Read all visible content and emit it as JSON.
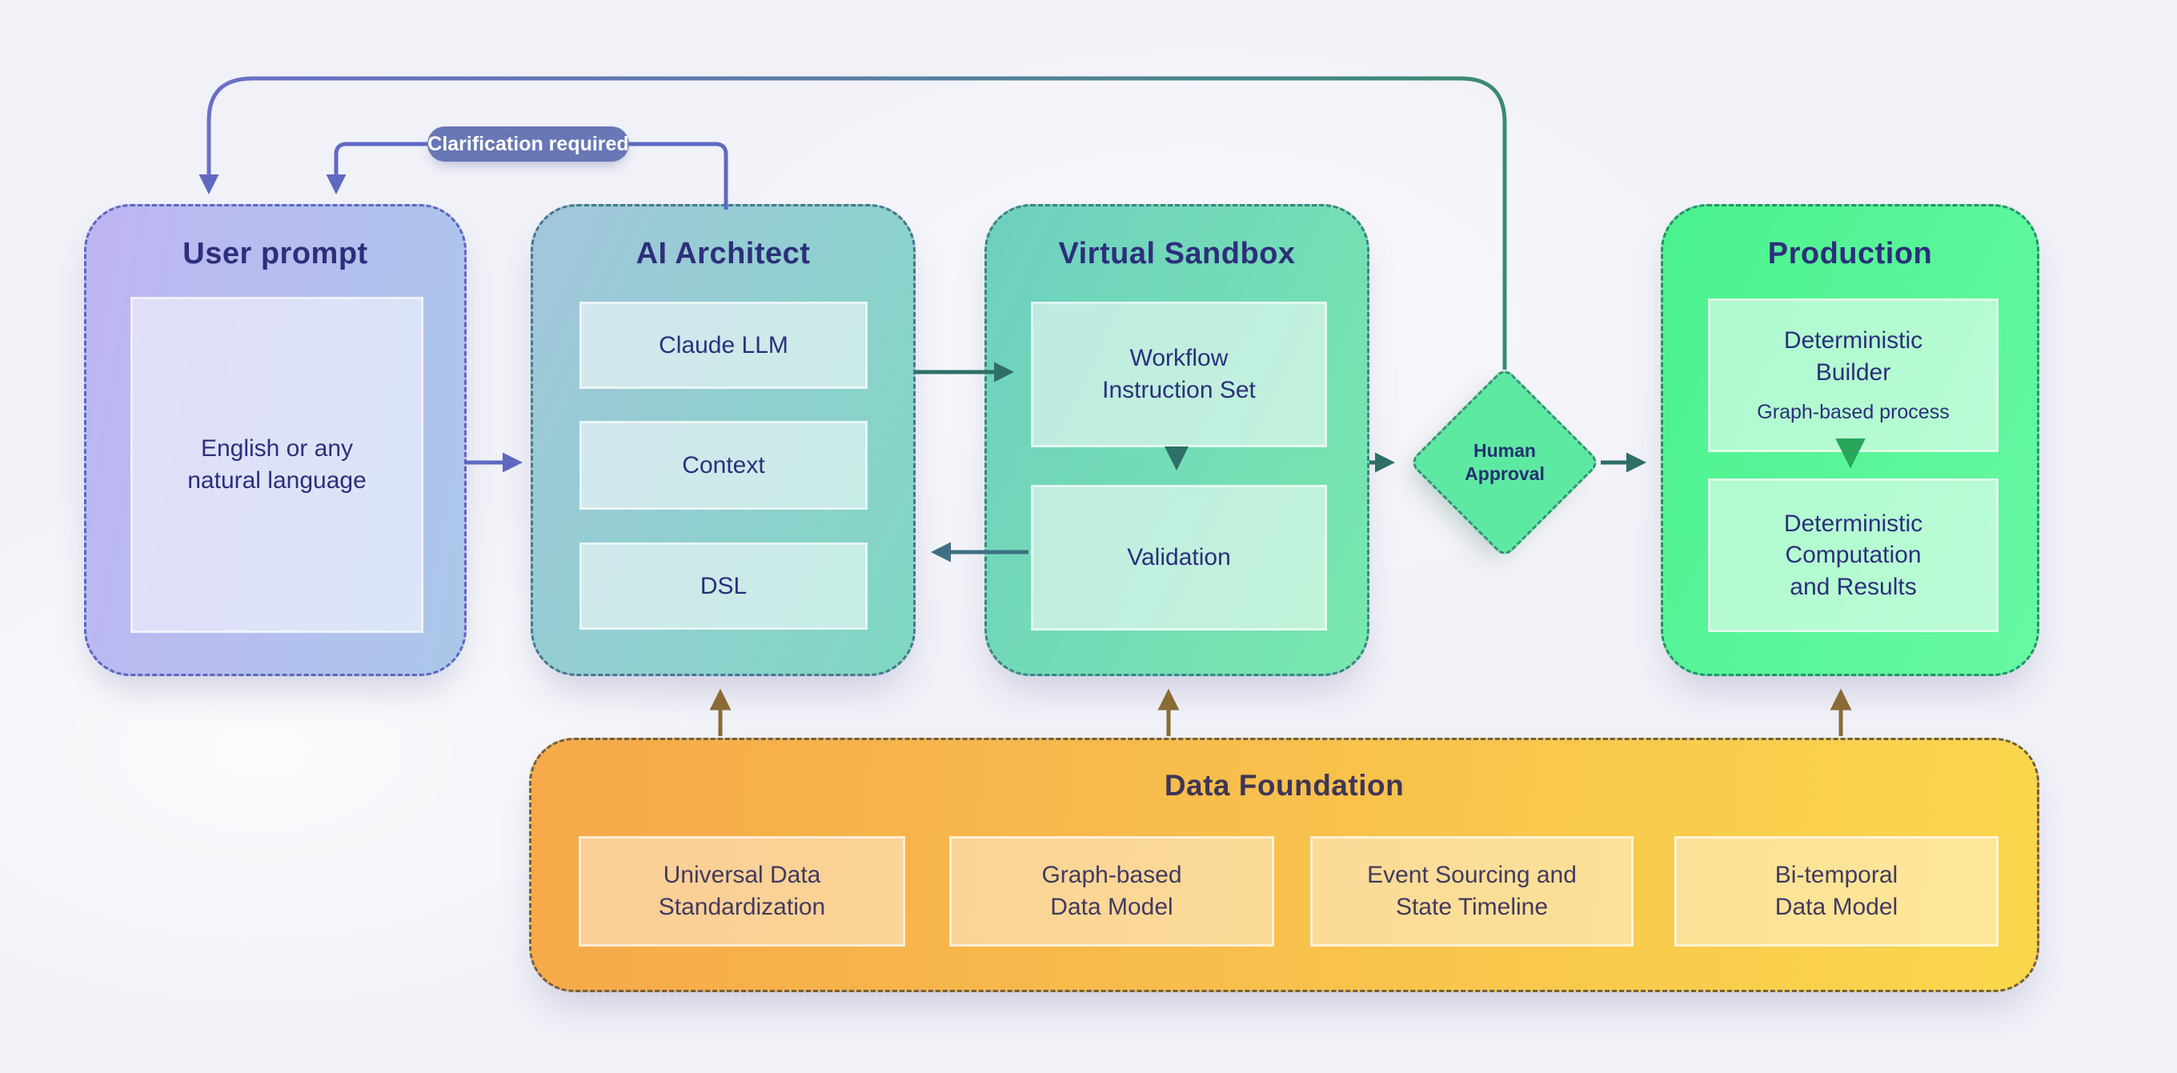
{
  "badge": {
    "label": "Clarification required"
  },
  "user_prompt": {
    "title": "User prompt",
    "body_lines": [
      "English or any",
      "natural language"
    ]
  },
  "ai_architect": {
    "title": "AI Architect",
    "items": [
      "Claude LLM",
      "Context",
      "DSL"
    ]
  },
  "virtual_sandbox": {
    "title": "Virtual Sandbox",
    "box1_lines": [
      "Workflow",
      "Instruction Set"
    ],
    "box2": "Validation"
  },
  "human_approval": {
    "lines": [
      "Human",
      "Approval"
    ]
  },
  "production": {
    "title": "Production",
    "builder_lines": [
      "Deterministic",
      "Builder"
    ],
    "builder_subtitle": "Graph-based process",
    "computation_lines": [
      "Deterministic",
      "Computation",
      "and Results"
    ]
  },
  "data_foundation": {
    "title": "Data Foundation",
    "items": [
      {
        "lines": [
          "Universal Data",
          "Standardization"
        ]
      },
      {
        "lines": [
          "Graph-based",
          "Data Model"
        ]
      },
      {
        "lines": [
          "Event Sourcing and",
          "State Timeline"
        ]
      },
      {
        "lines": [
          "Bi-temporal",
          "Data Model"
        ]
      }
    ]
  },
  "colors": {
    "background": "#F1F1F8",
    "navy_text": "#2C2F7B",
    "foundation_text": "#413A5F",
    "purple_arrow": "#5F69C2",
    "teal_arrow": "#2E6F68",
    "loop_teal": "#3A8A72",
    "slate_arrow": "#3E7082",
    "green_arrow": "#28A65C",
    "brown_arrow": "#8A6A35",
    "badge_bg": "#6877B5",
    "user_gradient": [
      "#BFB5F3",
      "#ABC7EA"
    ],
    "ai_gradient": [
      "#A3C6DD",
      "#7ED8C2"
    ],
    "sandbox_gradient": [
      "#6FCFC1",
      "#78E8AC"
    ],
    "production_gradient": [
      "#4BF28E",
      "#67F8A4"
    ],
    "foundation_gradient": [
      "#F6A94A",
      "#FAD74D"
    ],
    "diamond_fill": "#5EE9A3"
  }
}
